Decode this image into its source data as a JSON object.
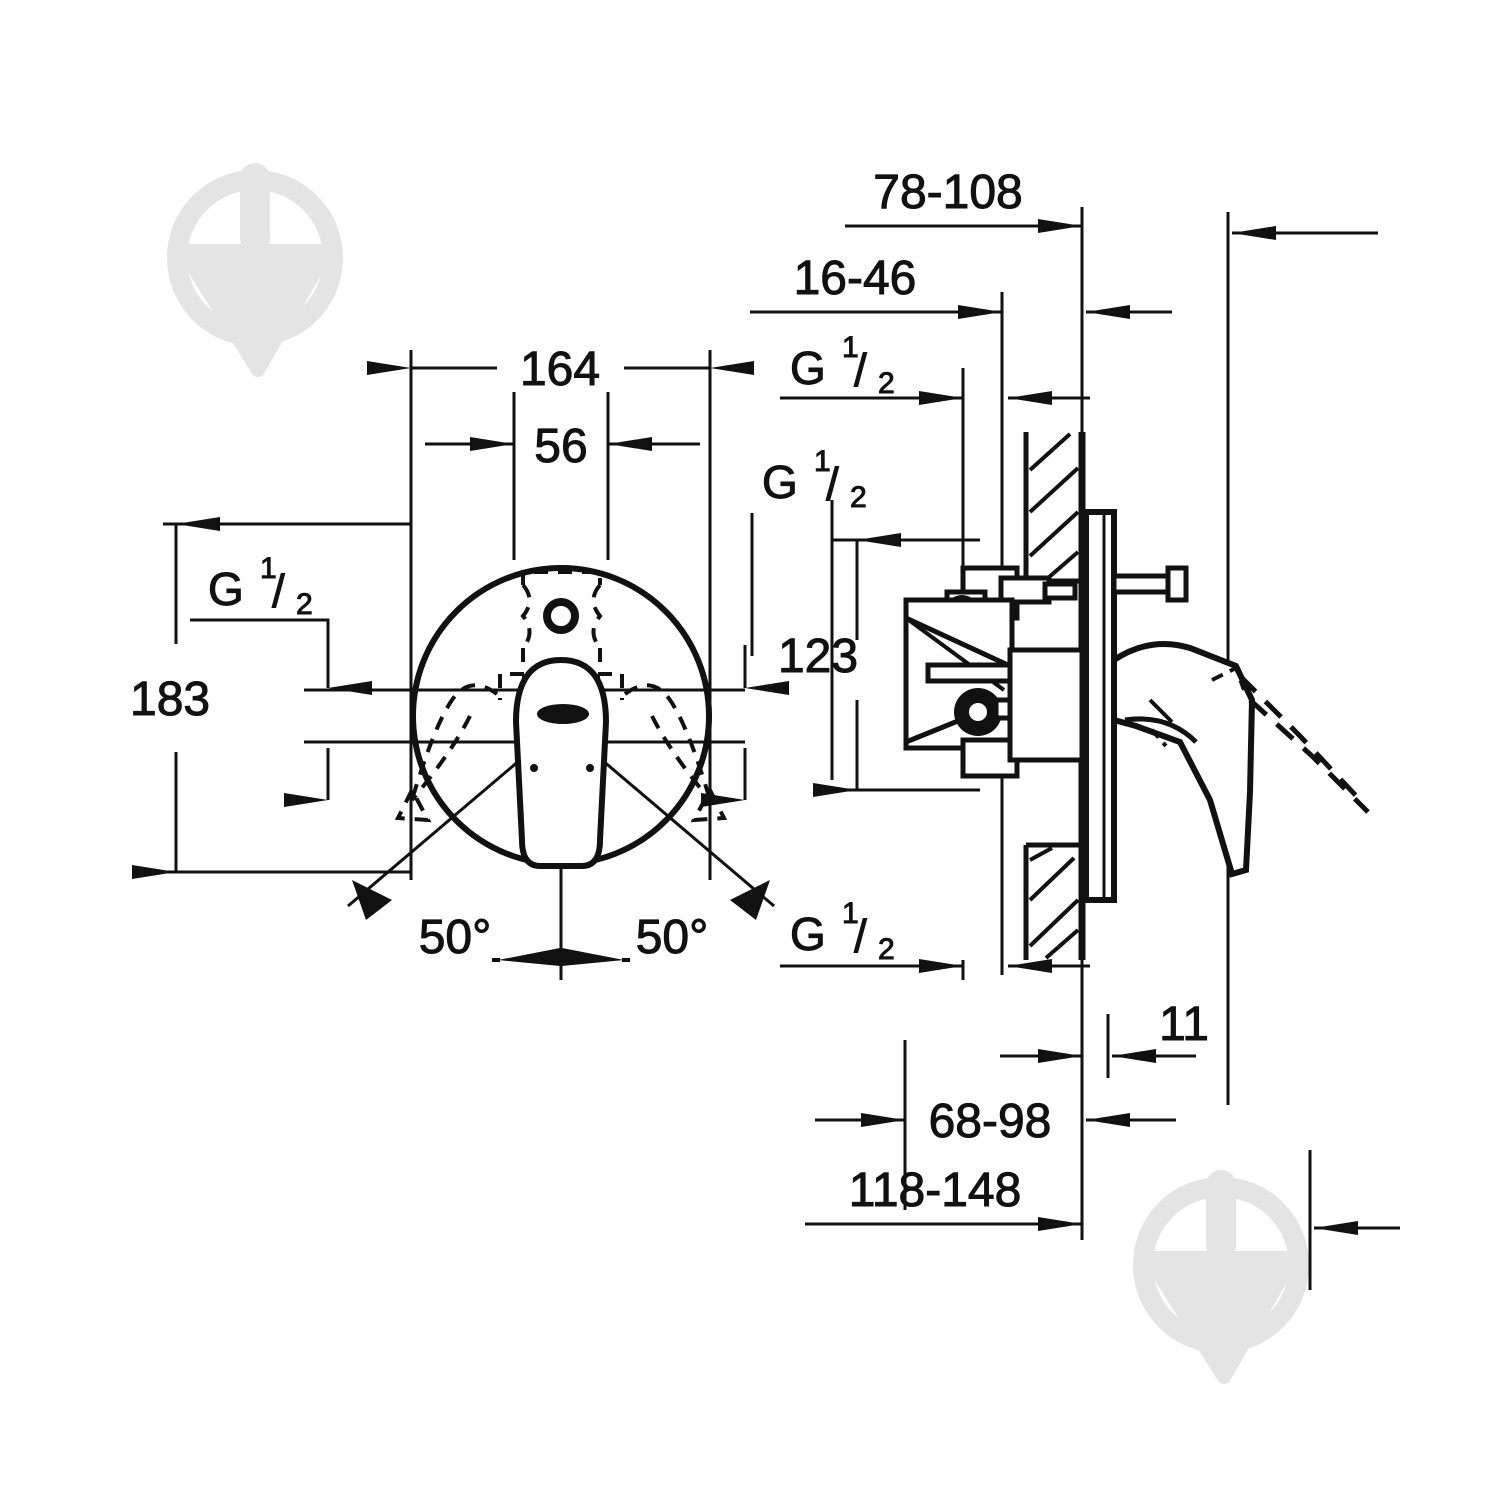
{
  "drawing": {
    "title": "Concealed single-lever bath/shower mixer dimension drawing",
    "units": "mm",
    "line_color": "#111111",
    "background_color": "#ffffff",
    "watermark_color": "#e4e4e4"
  },
  "views": {
    "front": {
      "name": "front-view",
      "label": ""
    },
    "section": {
      "name": "section-side-view",
      "label": ""
    }
  },
  "dimensions": {
    "width_overall": "164",
    "width_inner": "56",
    "height_overall": "183",
    "height_inlet": "123",
    "depth_max": "78-108",
    "depth_min": "16-46",
    "depth_body": "68-98",
    "depth_total": "118-148",
    "escutcheon_thickness": "11",
    "angle_left": "50°",
    "angle_right": "50°"
  },
  "thread_labels": {
    "g_symbol": "G",
    "numerator": "1",
    "slash": "/",
    "denominator": "2",
    "items": [
      {
        "name": "thread-front-left",
        "text": "G 1/2"
      },
      {
        "name": "thread-front-right",
        "text": "G 1/2"
      },
      {
        "name": "thread-section-top",
        "text": "G 1/2"
      },
      {
        "name": "thread-section-bottom",
        "text": "G 1/2"
      }
    ]
  },
  "watermarks": [
    {
      "name": "watermark-top-left",
      "shape": "circle-trowel"
    },
    {
      "name": "watermark-bottom-right",
      "shape": "circle-trowel"
    }
  ]
}
